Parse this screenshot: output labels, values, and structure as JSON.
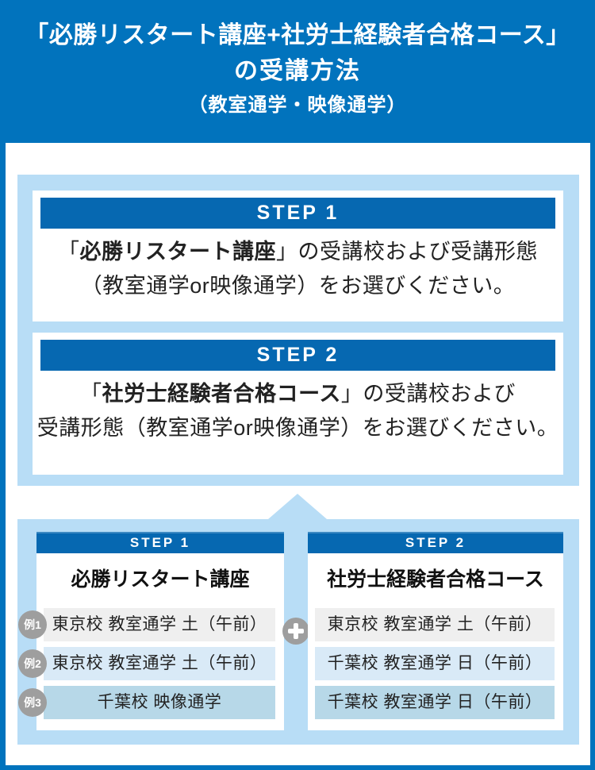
{
  "colors": {
    "brand_blue": "#0173bd",
    "bar_blue": "#0668b1",
    "panel_light_blue": "#b8ddf6",
    "row_gray": "#efefef",
    "row_light_blue": "#d9eaf7",
    "row_mid_blue": "#b7d8e8",
    "badge_gray": "#9e9e9e",
    "text_dark": "#222222"
  },
  "header": {
    "title_line1": "「必勝リスタート講座+社労士経験者合格コース」",
    "title_line2": "の受講方法",
    "subtitle": "（教室通学・映像通学）"
  },
  "step_boxes": [
    {
      "label": "STEP 1",
      "line1_prefix": "「",
      "line1_bold": "必勝リスタート講座",
      "line1_suffix": "」の受講校および受講形態",
      "line2": "（教室通学or映像通学）をお選びください。"
    },
    {
      "label": "STEP 2",
      "line1_prefix": "「",
      "line1_bold": "社労士経験者合格コース",
      "line1_suffix": "」の受講校および",
      "line2": "受講形態（教室通学or映像通学）をお選びください。"
    }
  ],
  "examples": {
    "plus_icon": "plus",
    "up_arrow_icon": "arrow-up",
    "columns": [
      {
        "label": "STEP 1",
        "title": "必勝リスタート講座",
        "rows": [
          {
            "badge": "例1",
            "text": "東京校 教室通学 土（午前）"
          },
          {
            "badge": "例2",
            "text": "東京校 教室通学 土（午前）"
          },
          {
            "badge": "例3",
            "text": "千葉校 映像通学"
          }
        ]
      },
      {
        "label": "STEP 2",
        "title": "社労士経験者合格コース",
        "rows": [
          {
            "text": "東京校 教室通学 土（午前）"
          },
          {
            "text": "千葉校 教室通学 日（午前）"
          },
          {
            "text": "千葉校 教室通学 日（午前）"
          }
        ]
      }
    ]
  }
}
